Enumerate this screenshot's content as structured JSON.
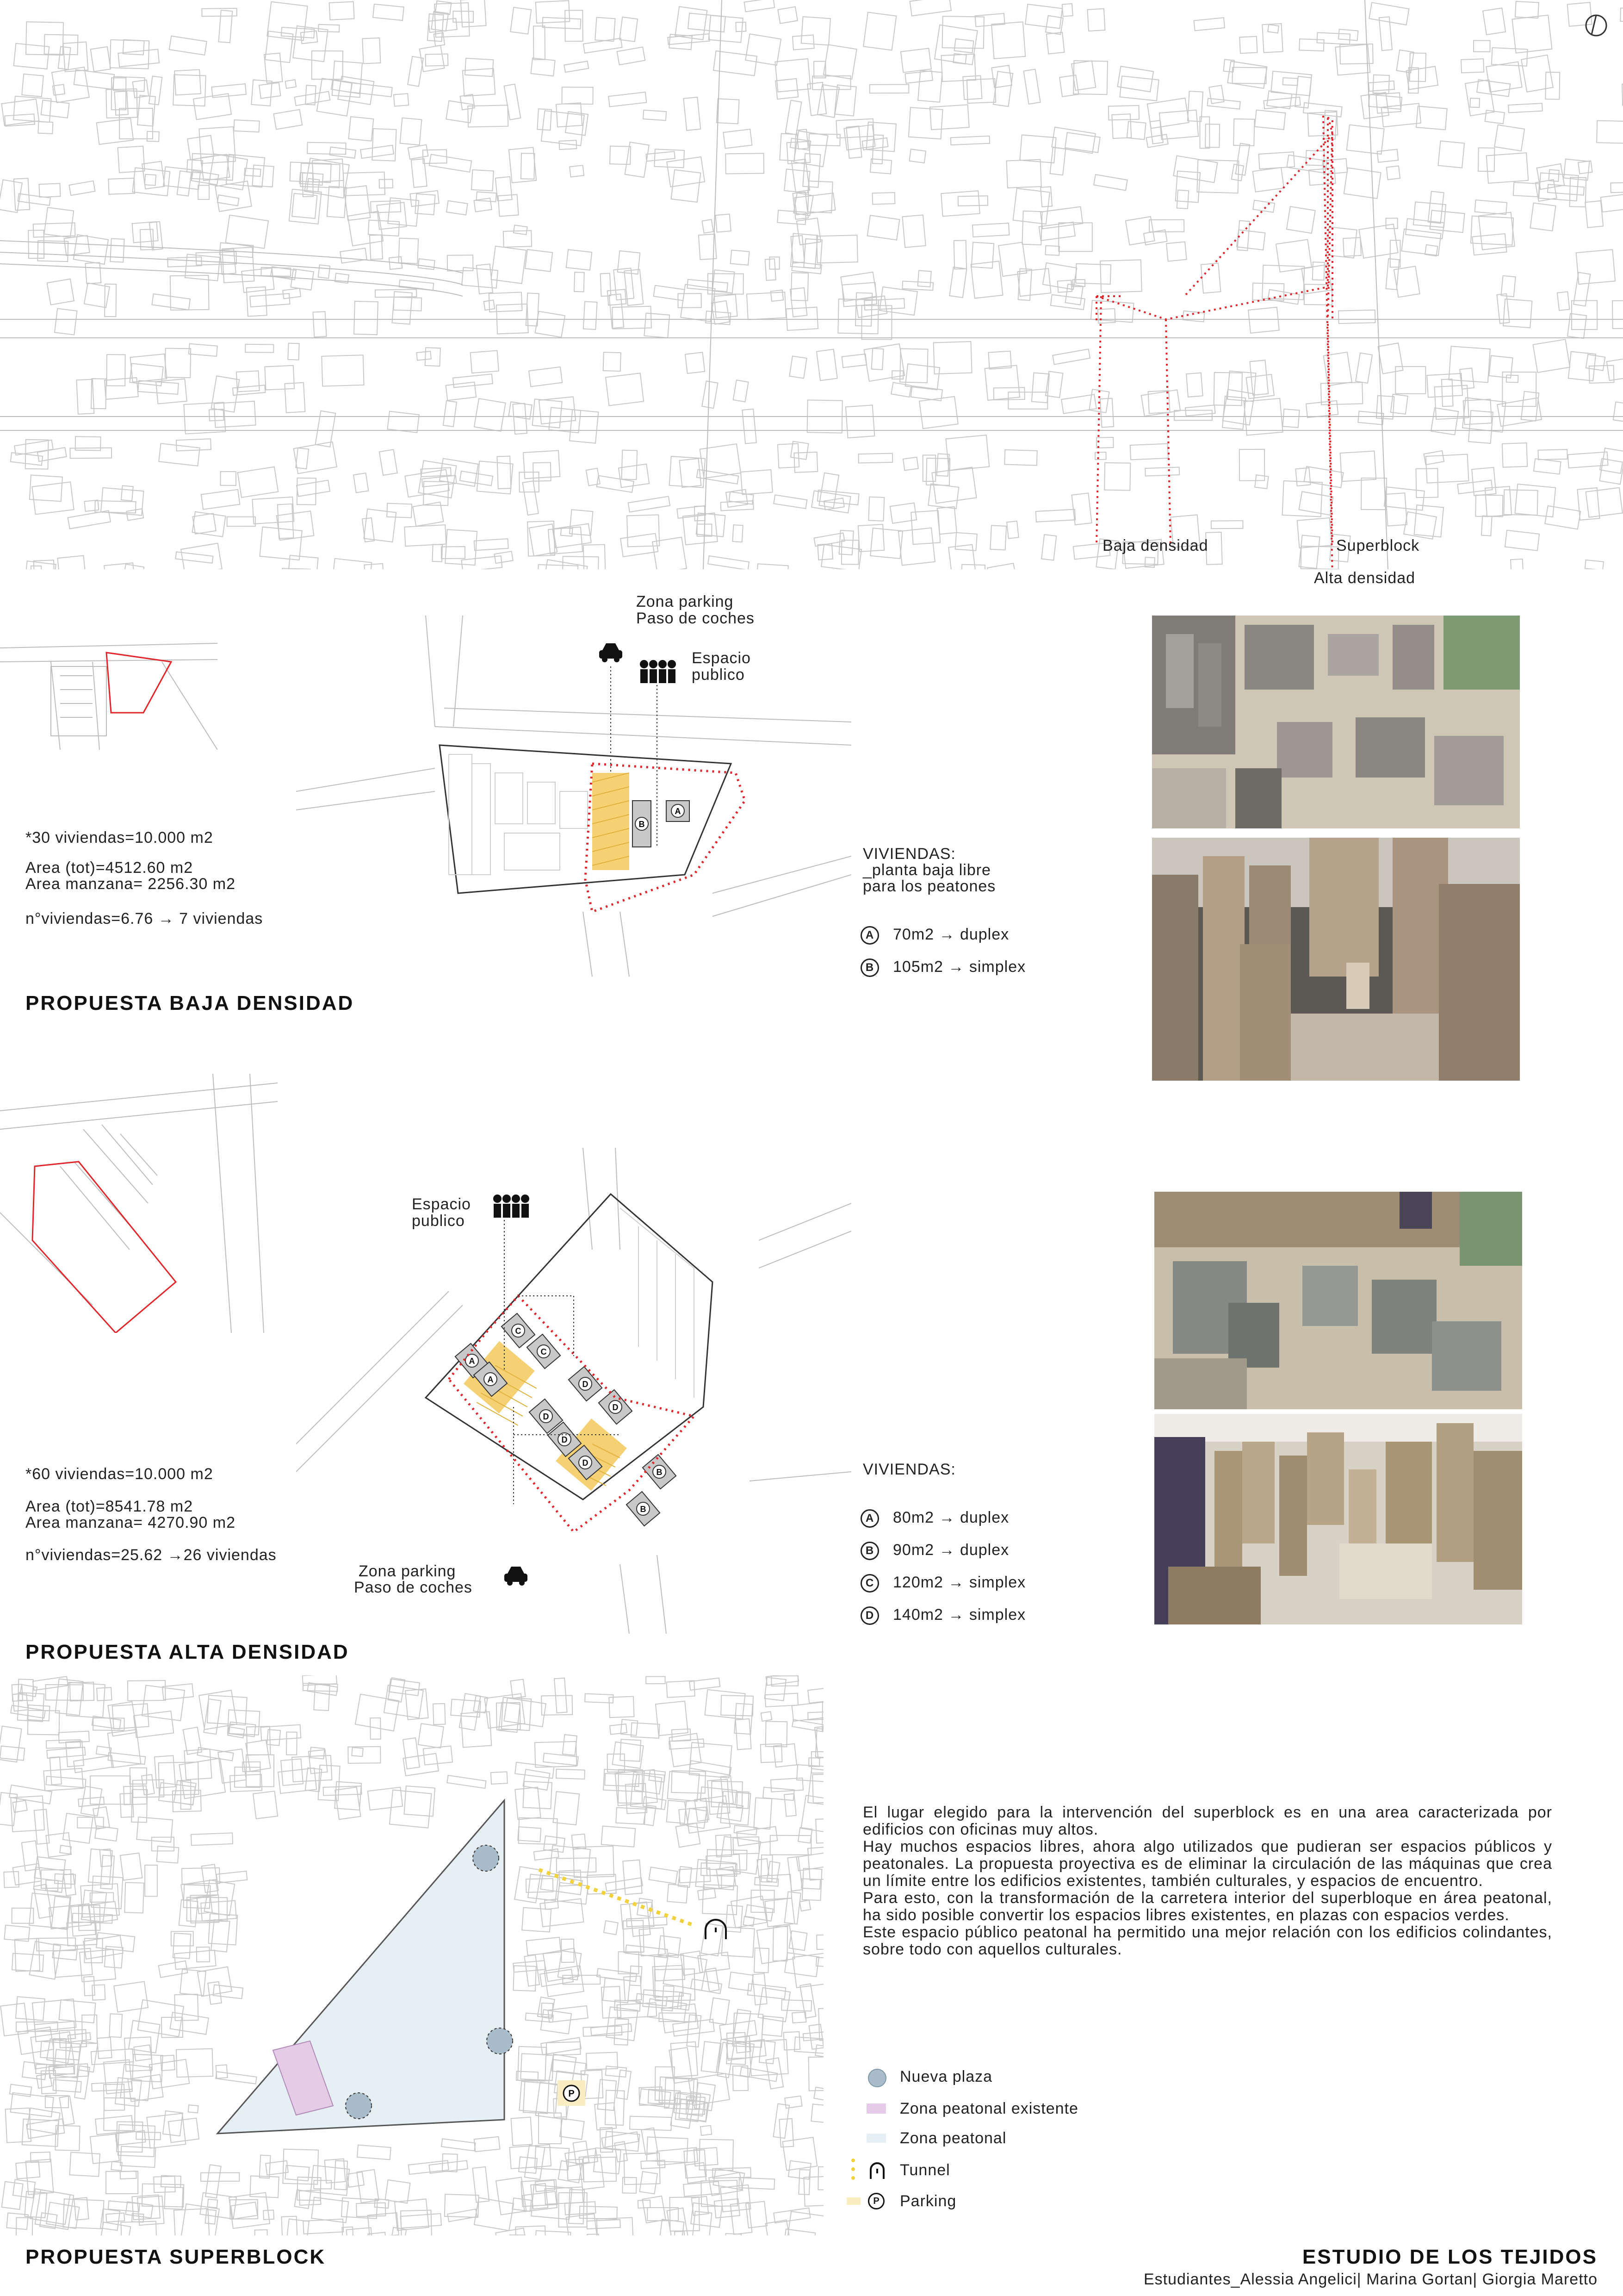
{
  "header": {
    "top_map": {
      "labels": {
        "baja": "Baja densidad",
        "superblock": "Superblock",
        "alta": "Alta densidad"
      }
    }
  },
  "baja": {
    "title": "PROPUESTA BAJA DENSIDAD",
    "parking_line1": "Zona parking",
    "parking_line2": "Paso de coches",
    "espacio_line1": "Espacio",
    "espacio_line2": "publico",
    "stats": {
      "line1": "*30 viviendas=10.000 m2",
      "line2": "Area (tot)=4512.60 m2",
      "line3": "Area manzana= 2256.30 m2",
      "line4": "n°viviendas=6.76 → 7 viviendas"
    },
    "viviendas_heading": "VIVIENDAS:",
    "viviendas_sub1": "_planta baja libre",
    "viviendas_sub2": "para los peatones",
    "types": [
      {
        "letter": "A",
        "text": "70m2 → duplex"
      },
      {
        "letter": "B",
        "text": "105m2 → simplex"
      }
    ]
  },
  "alta": {
    "title": "PROPUESTA ALTA DENSIDAD",
    "espacio_line1": "Espacio",
    "espacio_line2": "publico",
    "parking_line1": "Zona parking",
    "parking_line2": "Paso de coches",
    "stats": {
      "line1": "*60 viviendas=10.000 m2",
      "line2": "Area (tot)=8541.78 m2",
      "line3": "Area manzana= 4270.90 m2",
      "line4": "n°viviendas=25.62 →26 viviendas"
    },
    "viviendas_heading": "VIVIENDAS:",
    "types": [
      {
        "letter": "A",
        "text": "80m2 → duplex"
      },
      {
        "letter": "B",
        "text": "90m2 → duplex"
      },
      {
        "letter": "C",
        "text": "120m2 → simplex"
      },
      {
        "letter": "D",
        "text": "140m2 → simplex"
      }
    ]
  },
  "superblock": {
    "title": "PROPUESTA SUPERBLOCK",
    "paragraphs": [
      "El lugar elegido para la intervención del superblock es en una area caracterizada por edificios con oficinas muy altos.",
      "Hay muchos espacios libres, ahora algo utilizados que pudieran ser espacios públicos y peatonales. La propuesta proyectiva es de eliminar la circulación de las máquinas que crea un límite entre los edificios existentes, también culturales, y espacios de encuentro.",
      "Para esto, con la transformación de la carretera interior del superbloque en área peatonal, ha sido posible convertir los espacios libres existentes, en plazas con espacios verdes.",
      "Este espacio público peatonal ha permitido una mejor relación con los edificios colindantes, sobre todo con aquellos culturales."
    ],
    "legend": [
      {
        "key": "plaza",
        "label": "Nueva plaza"
      },
      {
        "key": "peatonal_existente",
        "label": "Zona peatonal existente"
      },
      {
        "key": "peatonal",
        "label": "Zona peatonal"
      },
      {
        "key": "tunnel",
        "label": "Tunnel"
      },
      {
        "key": "parking",
        "label": "Parking"
      }
    ],
    "parking_marker": "P"
  },
  "footer": {
    "title": "ESTUDIO DE LOS TEJIDOS",
    "credits": "Estudiantes_Alessia Angelici| Marina Gortan| Giorgia Maretto"
  },
  "colors": {
    "red_dotted": "#e0262b",
    "yellow_hatch": "#f5c95a",
    "plaza": "#a9bcc9",
    "peatonal_existente": "#e4cbe6",
    "peatonal": "#e6eff3",
    "tunnel": "#f2d23c",
    "parking": "#fbedc2"
  }
}
